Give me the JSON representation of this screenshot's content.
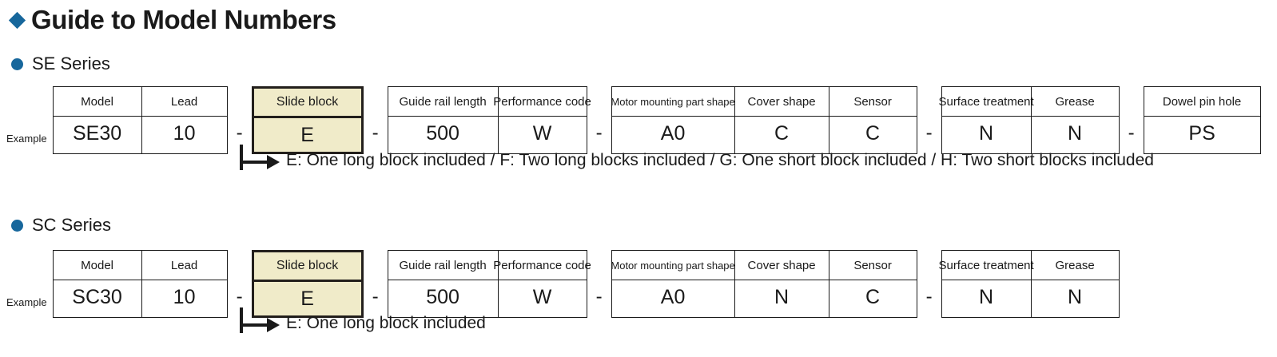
{
  "page": {
    "title": "Guide to Model Numbers",
    "diamond_color": "#17679c",
    "bullet_color": "#16679b",
    "highlight_fill": "#f0ebc9",
    "highlight_border": "#231f1c",
    "example_label": "Example",
    "separator": "-"
  },
  "sections": [
    {
      "series": "SE Series",
      "groups": [
        {
          "highlighted": false,
          "cells": [
            {
              "header": "Model",
              "value": "SE30",
              "width": 110
            },
            {
              "header": "Lead",
              "value": "10",
              "width": 107
            }
          ]
        },
        {
          "highlighted": true,
          "cells": [
            {
              "header": "Slide block",
              "value": "E",
              "width": 134
            }
          ]
        },
        {
          "highlighted": false,
          "cells": [
            {
              "header": "Guide rail length",
              "value": "500",
              "width": 137
            },
            {
              "header": "Performance code",
              "value": "W",
              "width": 111
            }
          ]
        },
        {
          "highlighted": false,
          "cells": [
            {
              "header": "Motor mounting part shape",
              "value": "A0",
              "width": 153
            },
            {
              "header": "Cover shape",
              "value": "C",
              "width": 118
            },
            {
              "header": "Sensor",
              "value": "C",
              "width": 110
            }
          ]
        },
        {
          "highlighted": false,
          "cells": [
            {
              "header": "Surface treatment",
              "value": "N",
              "width": 111
            },
            {
              "header": "Grease",
              "value": "N",
              "width": 110
            }
          ]
        },
        {
          "highlighted": false,
          "cells": [
            {
              "header": "Dowel pin hole",
              "value": "PS",
              "width": 145
            }
          ]
        }
      ],
      "note": "E: One long block included / F: Two long blocks included / G: One short block included / H: Two short blocks included"
    },
    {
      "series": "SC Series",
      "groups": [
        {
          "highlighted": false,
          "cells": [
            {
              "header": "Model",
              "value": "SC30",
              "width": 110
            },
            {
              "header": "Lead",
              "value": "10",
              "width": 107
            }
          ]
        },
        {
          "highlighted": true,
          "cells": [
            {
              "header": "Slide block",
              "value": "E",
              "width": 134
            }
          ]
        },
        {
          "highlighted": false,
          "cells": [
            {
              "header": "Guide rail length",
              "value": "500",
              "width": 137
            },
            {
              "header": "Performance code",
              "value": "W",
              "width": 111
            }
          ]
        },
        {
          "highlighted": false,
          "cells": [
            {
              "header": "Motor mounting part shape",
              "value": "A0",
              "width": 153
            },
            {
              "header": "Cover shape",
              "value": "N",
              "width": 118
            },
            {
              "header": "Sensor",
              "value": "C",
              "width": 110
            }
          ]
        },
        {
          "highlighted": false,
          "cells": [
            {
              "header": "Surface treatment",
              "value": "N",
              "width": 111
            },
            {
              "header": "Grease",
              "value": "N",
              "width": 110
            }
          ]
        }
      ],
      "note": "E: One long block included"
    }
  ]
}
